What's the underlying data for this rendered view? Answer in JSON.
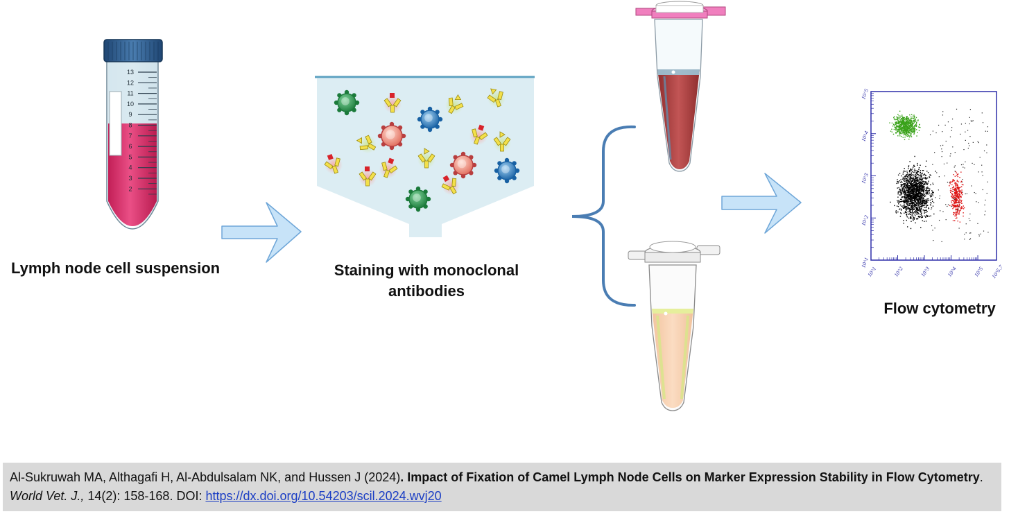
{
  "labels": {
    "lymph": "Lymph  node cell suspension",
    "staining_line1": "Staining with monoclonal",
    "staining_line2": "antibodies",
    "flow": "Flow cytometry"
  },
  "falcon_tube": {
    "graduations": [
      "13",
      "12",
      "11",
      "10",
      "9",
      "8",
      "7",
      "6",
      "5",
      "4",
      "3",
      "2"
    ]
  },
  "flow_plot": {
    "y_ticks": [
      "10^5",
      "10^4",
      "10^3",
      "10^2",
      "10^1"
    ],
    "x_ticks": [
      "10^1",
      "10^2",
      "10^3",
      "10^4",
      "10^5",
      "10^5.7"
    ],
    "populations": [
      {
        "color": "#3aa21a",
        "cx": 2.3,
        "cy": 4.2
      },
      {
        "color": "#000000",
        "cx": 2.6,
        "cy": 2.6
      },
      {
        "color": "#dd1111",
        "cx": 4.2,
        "cy": 2.5
      }
    ]
  },
  "citation": {
    "authors": "Al-Sukruwah MA, Althagafi H, Al-Abdulsalam NK, and Hussen J (2024)",
    "sep1": ". ",
    "title": "Impact of Fixation of Camel Lymph Node Cells on Marker Expression Stability in Flow Cytometry",
    "sep2": ". ",
    "journal": "World Vet. J.,",
    "volume": " 14(2): 158-168. DOI: ",
    "doi": "https://dx.doi.org/10.54203/scil.2024.wvj20"
  },
  "colors": {
    "arrow_fill": "#c7e3f8",
    "arrow_stroke": "#6ea6d8",
    "brace": "#4a7db3",
    "falcon_cap": "#2c5a8c",
    "falcon_liquid": "#d6336a",
    "tube_red": "#b84a4a",
    "tube_peach": "#f6cfae"
  }
}
